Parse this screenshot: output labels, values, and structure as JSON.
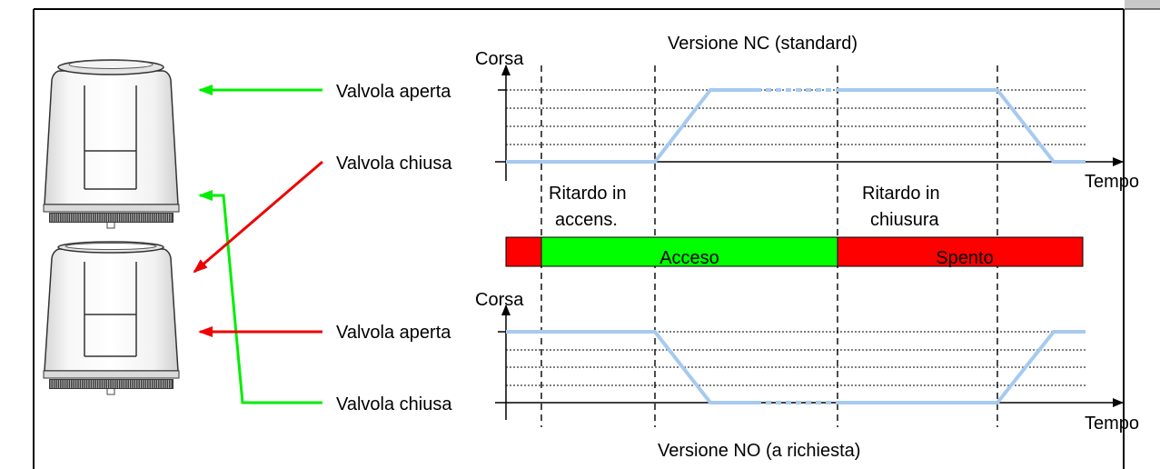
{
  "top_chart": {
    "title": "Versione NC (standard)",
    "y_axis_label": "Corsa",
    "x_axis_label": "Tempo",
    "open_label": "Valvola aperta",
    "closed_label": "Valvola chiusa"
  },
  "bottom_chart": {
    "title": "Versione NO (a richiesta)",
    "y_axis_label": "Corsa",
    "x_axis_label": "Tempo",
    "open_label": "Valvola aperta",
    "closed_label": "Valvola chiusa"
  },
  "delays": {
    "on_delay_line1": "Ritardo in",
    "on_delay_line2": "accens.",
    "off_delay_line1": "Ritardo in",
    "off_delay_line2": "chiusura"
  },
  "state_bar": {
    "on_label": "Acceso",
    "off_label": "Spento"
  },
  "colors": {
    "on": "#00ff00",
    "off": "#ff0000",
    "curve": "#a6caf0",
    "arrow_green": "#00ee00",
    "arrow_red": "#ee0000"
  },
  "icons": [
    "actuator-open-icon",
    "actuator-closed-icon"
  ]
}
